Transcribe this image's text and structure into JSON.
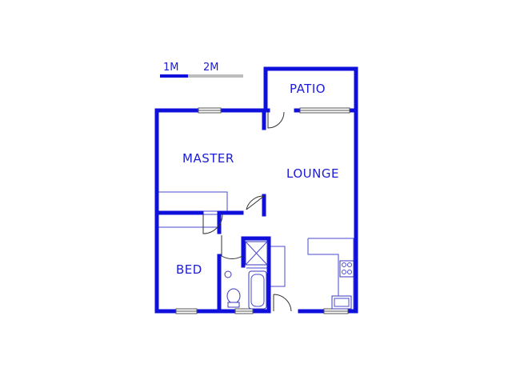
{
  "scale": {
    "label_1": "1M",
    "label_2": "2M"
  },
  "rooms": {
    "patio": "PATIO",
    "master": "MASTER",
    "lounge": "LOUNGE",
    "bed": "BED"
  },
  "colors": {
    "wall": "#1010dd",
    "text": "#1b1bd8",
    "scale_gray": "#bdbdbd"
  }
}
